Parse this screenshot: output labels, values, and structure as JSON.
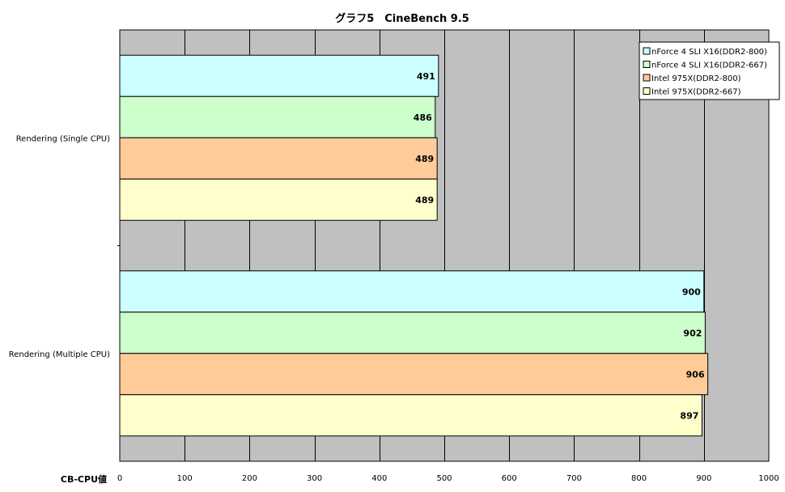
{
  "chart_data": {
    "type": "bar",
    "orientation": "horizontal",
    "title": "グラフ5　CineBench 9.5",
    "xlabel": "CB-CPU値",
    "ylabel": "",
    "xlim": [
      0,
      1000
    ],
    "x_ticks": [
      "0",
      "100",
      "200",
      "300",
      "400",
      "500",
      "600",
      "700",
      "800",
      "900",
      "1000"
    ],
    "categories": [
      "Rendering (Single CPU)",
      "Rendering (Multiple CPU)"
    ],
    "series": [
      {
        "name": "nForce 4 SLI X16(DDR2-800)",
        "color": "#ccffff",
        "values": [
          491,
          900
        ]
      },
      {
        "name": "nForce 4 SLI X16(DDR2-667)",
        "color": "#ccffcc",
        "values": [
          486,
          902
        ]
      },
      {
        "name": "Intel 975X(DDR2-800)",
        "color": "#ffcc99",
        "values": [
          489,
          906
        ]
      },
      {
        "name": "Intel 975X(DDR2-667)",
        "color": "#ffffcc",
        "values": [
          489,
          897
        ]
      }
    ],
    "grid": true,
    "legend_position": "top-right",
    "plot_background": "#c0c0c0"
  }
}
